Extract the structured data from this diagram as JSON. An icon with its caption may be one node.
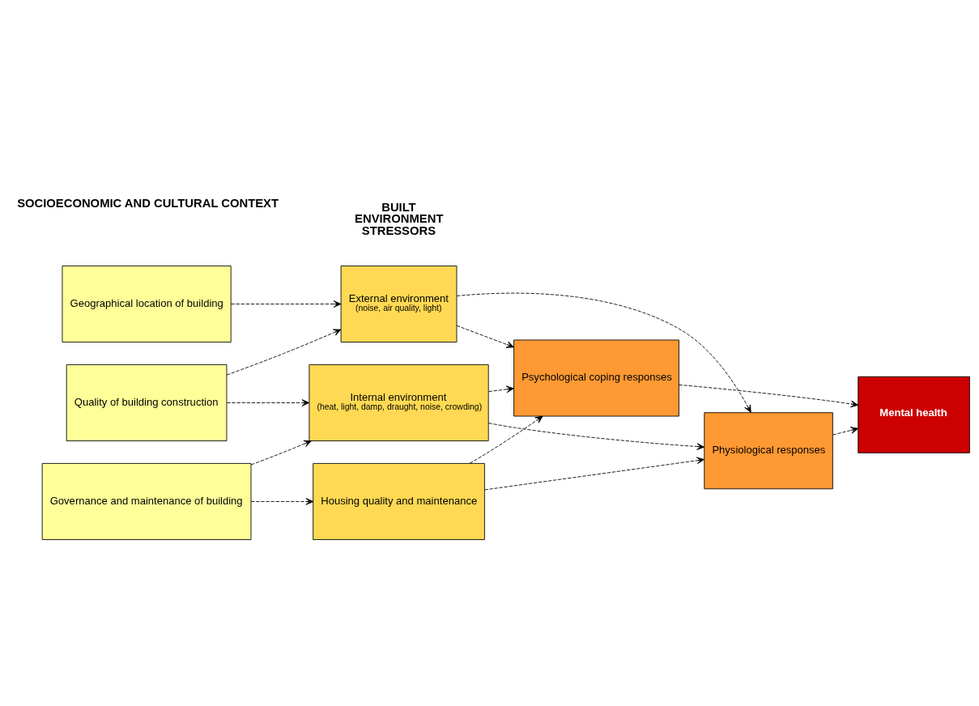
{
  "diagram": {
    "nodes": [
      {
        "text": [
          "Geographical location of building"
        ]
      },
      {
        "text": [
          "Quality of building construction"
        ]
      },
      {
        "text": [
          "Governance and maintenance of building"
        ]
      },
      {
        "text": [
          "External environment",
          "(noise, air quality, light)"
        ]
      },
      {
        "text": [
          "Internal environment",
          "(heat, light, damp, draught, noise, crowding)"
        ]
      },
      {
        "text": [
          "Housing quality and maintenance"
        ]
      },
      {
        "text": [
          "Psychological coping responses"
        ]
      },
      {
        "text": [
          "Physiological responses"
        ]
      },
      {
        "text": [
          "Mental health"
        ]
      }
    ],
    "edges": [
      {
        "from": 0,
        "to": 3,
        "arrow": "to",
        "style": "dashed"
      },
      {
        "from": 1,
        "to": 3,
        "arrow": "to",
        "style": "dashed"
      },
      {
        "from": 1,
        "to": 4,
        "arrow": "to",
        "style": "dashed"
      },
      {
        "from": 2,
        "to": 4,
        "arrow": "to",
        "style": "dashed"
      },
      {
        "from": 2,
        "to": 5,
        "arrow": "to",
        "style": "dashed"
      },
      {
        "from": 3,
        "to": 6,
        "arrow": "to",
        "style": "dashed"
      },
      {
        "from": 3,
        "to": 7,
        "arrow": "to",
        "style": "dashed"
      },
      {
        "from": 4,
        "to": 6,
        "arrow": "to",
        "style": "dashed"
      },
      {
        "from": 4,
        "to": 7,
        "arrow": "to",
        "style": "dashed"
      },
      {
        "from": 5,
        "to": 6,
        "arrow": "to",
        "style": "dashed"
      },
      {
        "from": 5,
        "to": 7,
        "arrow": "to",
        "style": "dashed"
      },
      {
        "from": 6,
        "to": 8,
        "arrow": "to",
        "style": "dashed"
      },
      {
        "from": 7,
        "to": 8,
        "arrow": "to",
        "style": "dashed"
      }
    ],
    "labels": [
      "BUILT ENVIRONMENT STRESSORS",
      "SOCIOECONOMIC AND CULTURAL CONTEXT"
    ]
  }
}
